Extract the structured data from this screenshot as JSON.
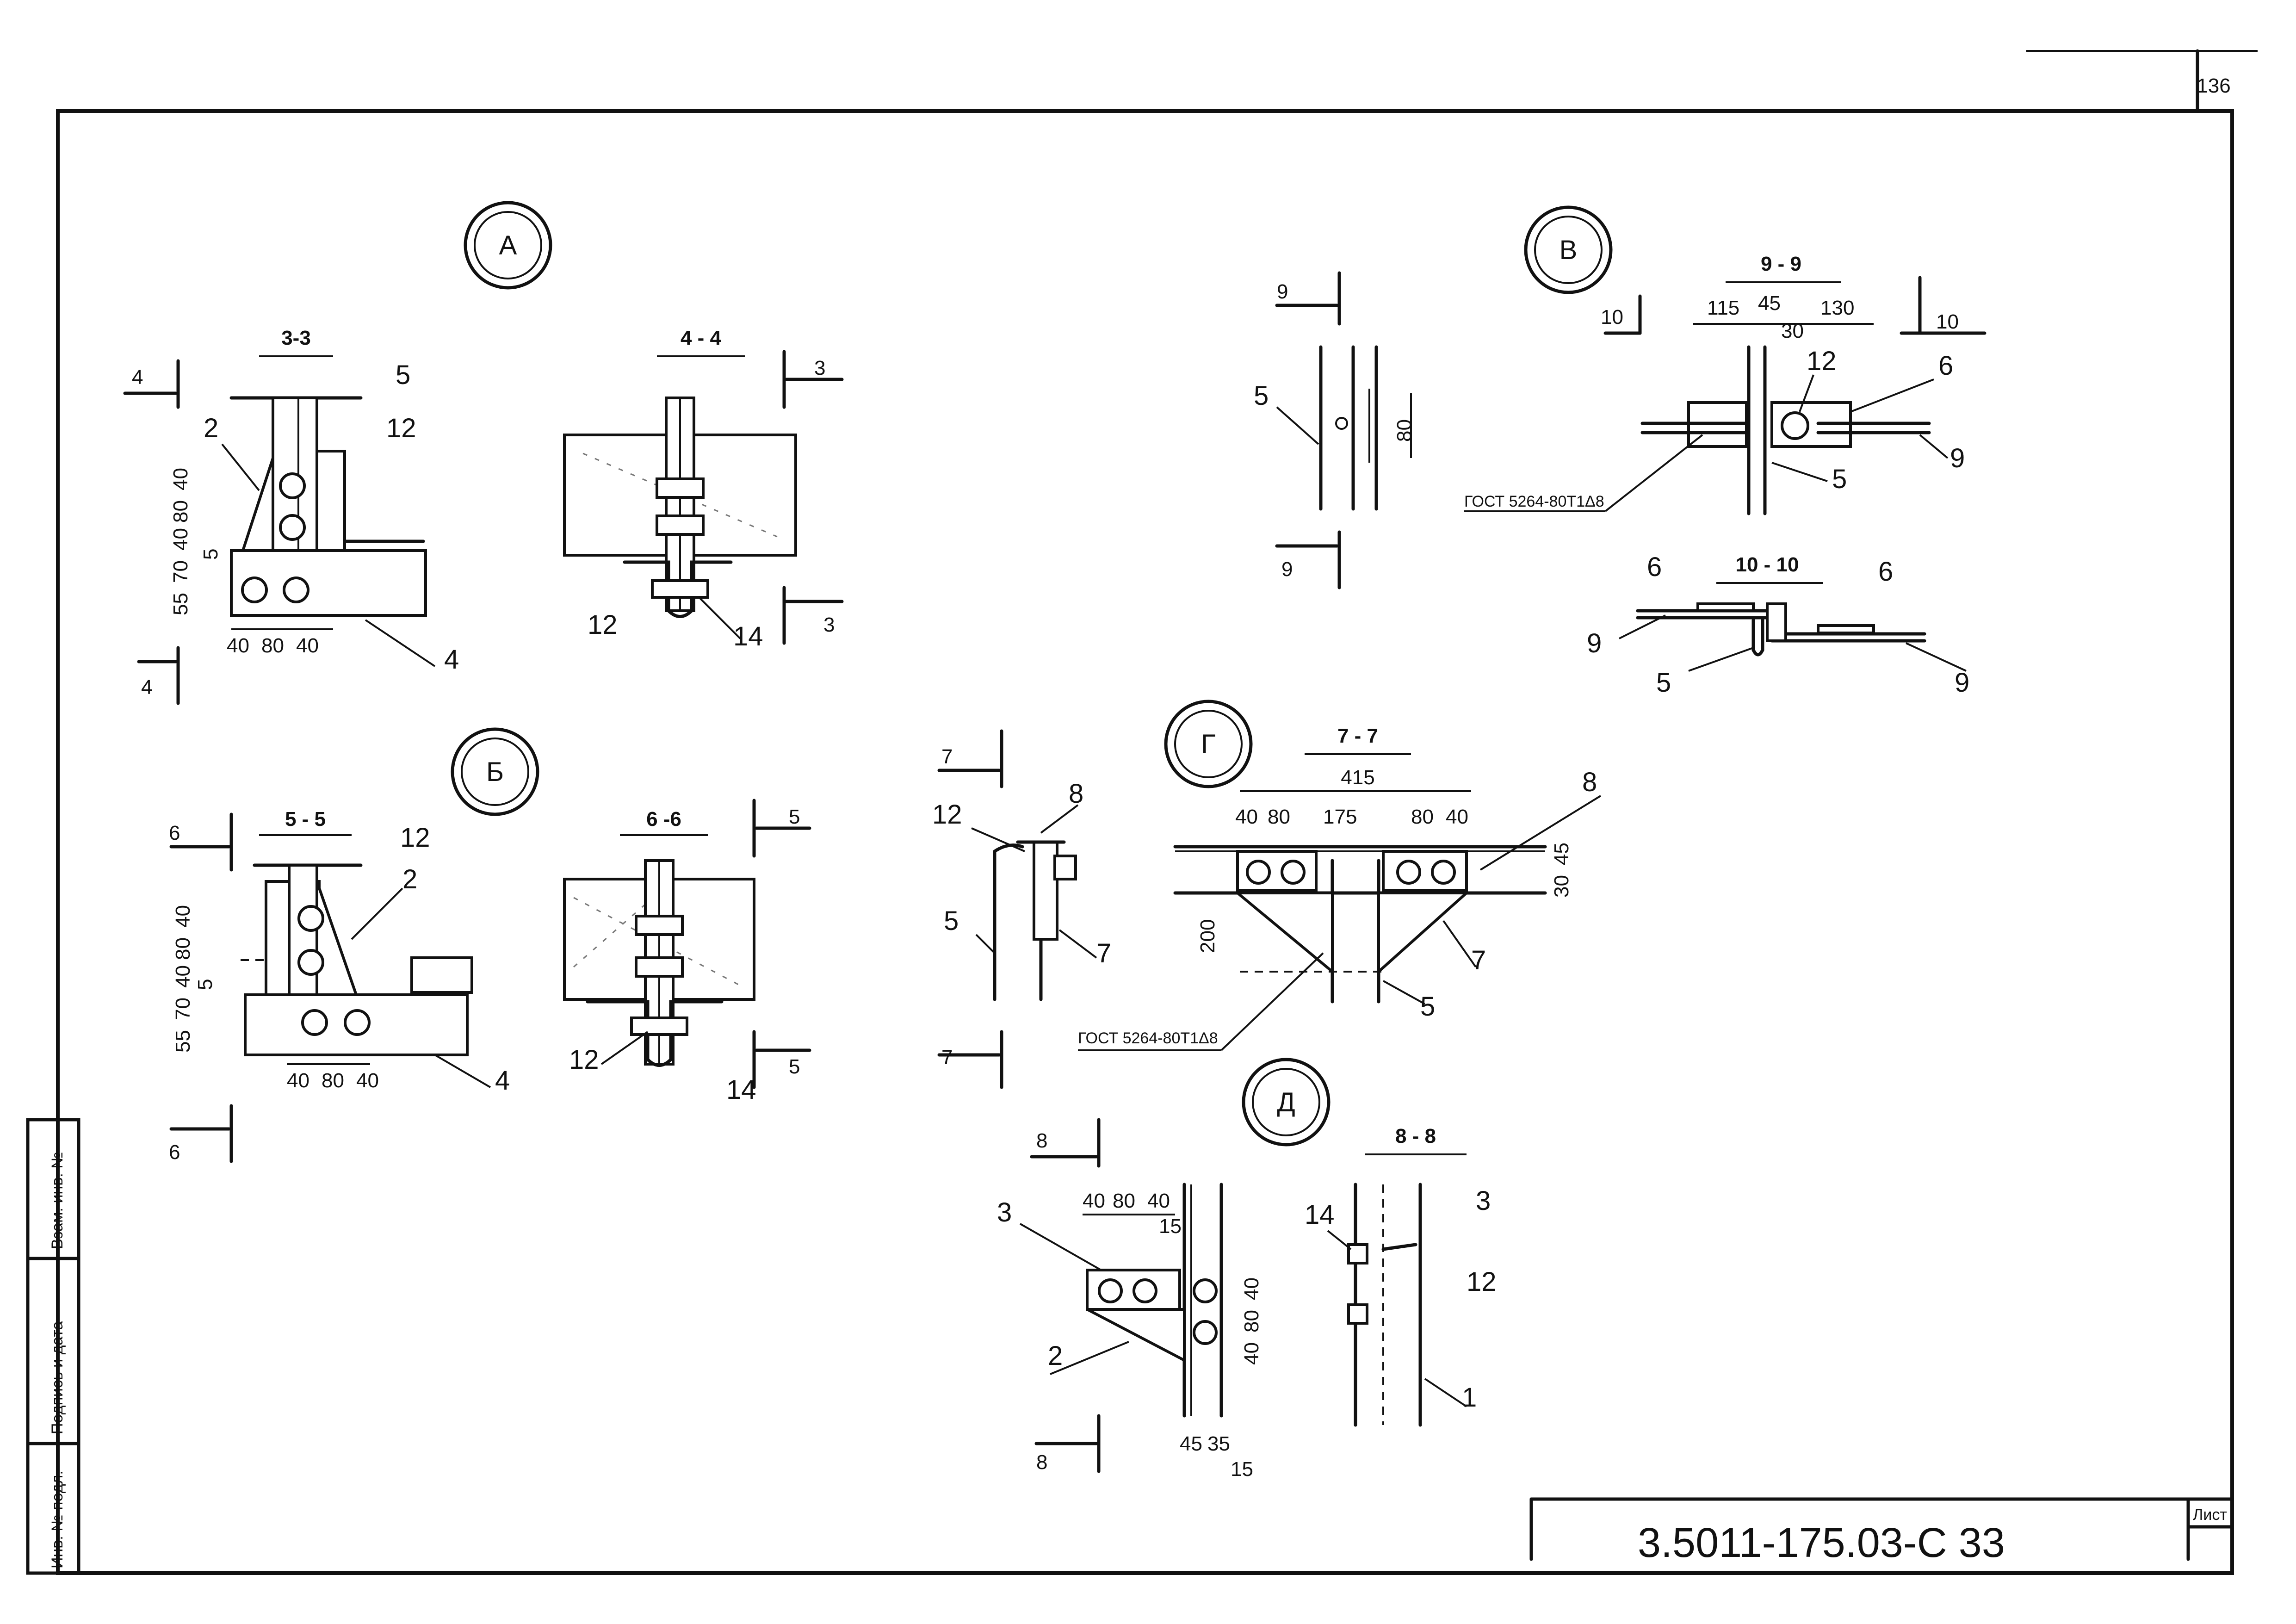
{
  "sheet": {
    "page_number": "136",
    "designation": "3.5011-175.03-C 33",
    "stamp_label": "Лист",
    "side_stamp": [
      "Инв. № подл.",
      "Подпись и дата",
      "Взам. инв. №"
    ]
  },
  "nodes": {
    "A": {
      "label": "А",
      "section_33": {
        "title": "3-3",
        "cut": "4",
        "dims_h": [
          "40",
          "80",
          "40"
        ],
        "dims_v": [
          "55",
          "70",
          "40",
          "80",
          "40"
        ],
        "dim_5": "5",
        "parts": [
          "5",
          "12",
          "2",
          "4"
        ]
      },
      "section_44": {
        "title": "4 - 4",
        "cut": "3",
        "parts": [
          "12",
          "14"
        ]
      }
    },
    "B": {
      "label": "Б",
      "section_55": {
        "title": "5 - 5",
        "cut": "6",
        "dims_h": [
          "40",
          "80",
          "40"
        ],
        "dims_v": [
          "55",
          "70",
          "40",
          "80",
          "40"
        ],
        "dim_5": "5",
        "parts": [
          "12",
          "2",
          "4"
        ]
      },
      "section_66": {
        "title": "6 -6",
        "cut": "5",
        "parts": [
          "12",
          "14"
        ]
      }
    },
    "V": {
      "label": "В",
      "section_9": {
        "cut": "9",
        "dim": "80",
        "parts": [
          "5"
        ]
      },
      "section_99": {
        "title": "9 - 9",
        "cut": "10",
        "dims": [
          "115",
          "45",
          "30",
          "130"
        ],
        "parts": [
          "12",
          "6",
          "9",
          "5"
        ],
        "gost": "ГОСТ 5264-80Т1Δ8"
      },
      "section_1010": {
        "title": "10 - 10",
        "parts": [
          "6",
          "6",
          "9",
          "9",
          "5"
        ]
      }
    },
    "G": {
      "label": "Г",
      "section_7": {
        "cut": "7",
        "parts": [
          "8",
          "12",
          "5",
          "7"
        ]
      },
      "section_77": {
        "title": "7 - 7",
        "dim_total": "415",
        "dims": [
          "40",
          "80",
          "175",
          "80",
          "40"
        ],
        "dim_v": "200",
        "dims_r": [
          "30",
          "45"
        ],
        "parts": [
          "8",
          "7",
          "5"
        ],
        "gost": "ГОСТ 5264-80Т1Δ8"
      }
    },
    "D": {
      "label": "Д",
      "section_8": {
        "cut": "8",
        "dims_h": [
          "40",
          "80",
          "40"
        ],
        "dim_15": "15",
        "dims_v": [
          "40",
          "80",
          "40"
        ],
        "dims_b": [
          "45",
          "35"
        ],
        "dim_15b": "15",
        "parts": [
          "3",
          "2"
        ]
      },
      "section_88": {
        "title": "8 - 8",
        "parts": [
          "14",
          "3",
          "12",
          "1"
        ]
      }
    }
  }
}
